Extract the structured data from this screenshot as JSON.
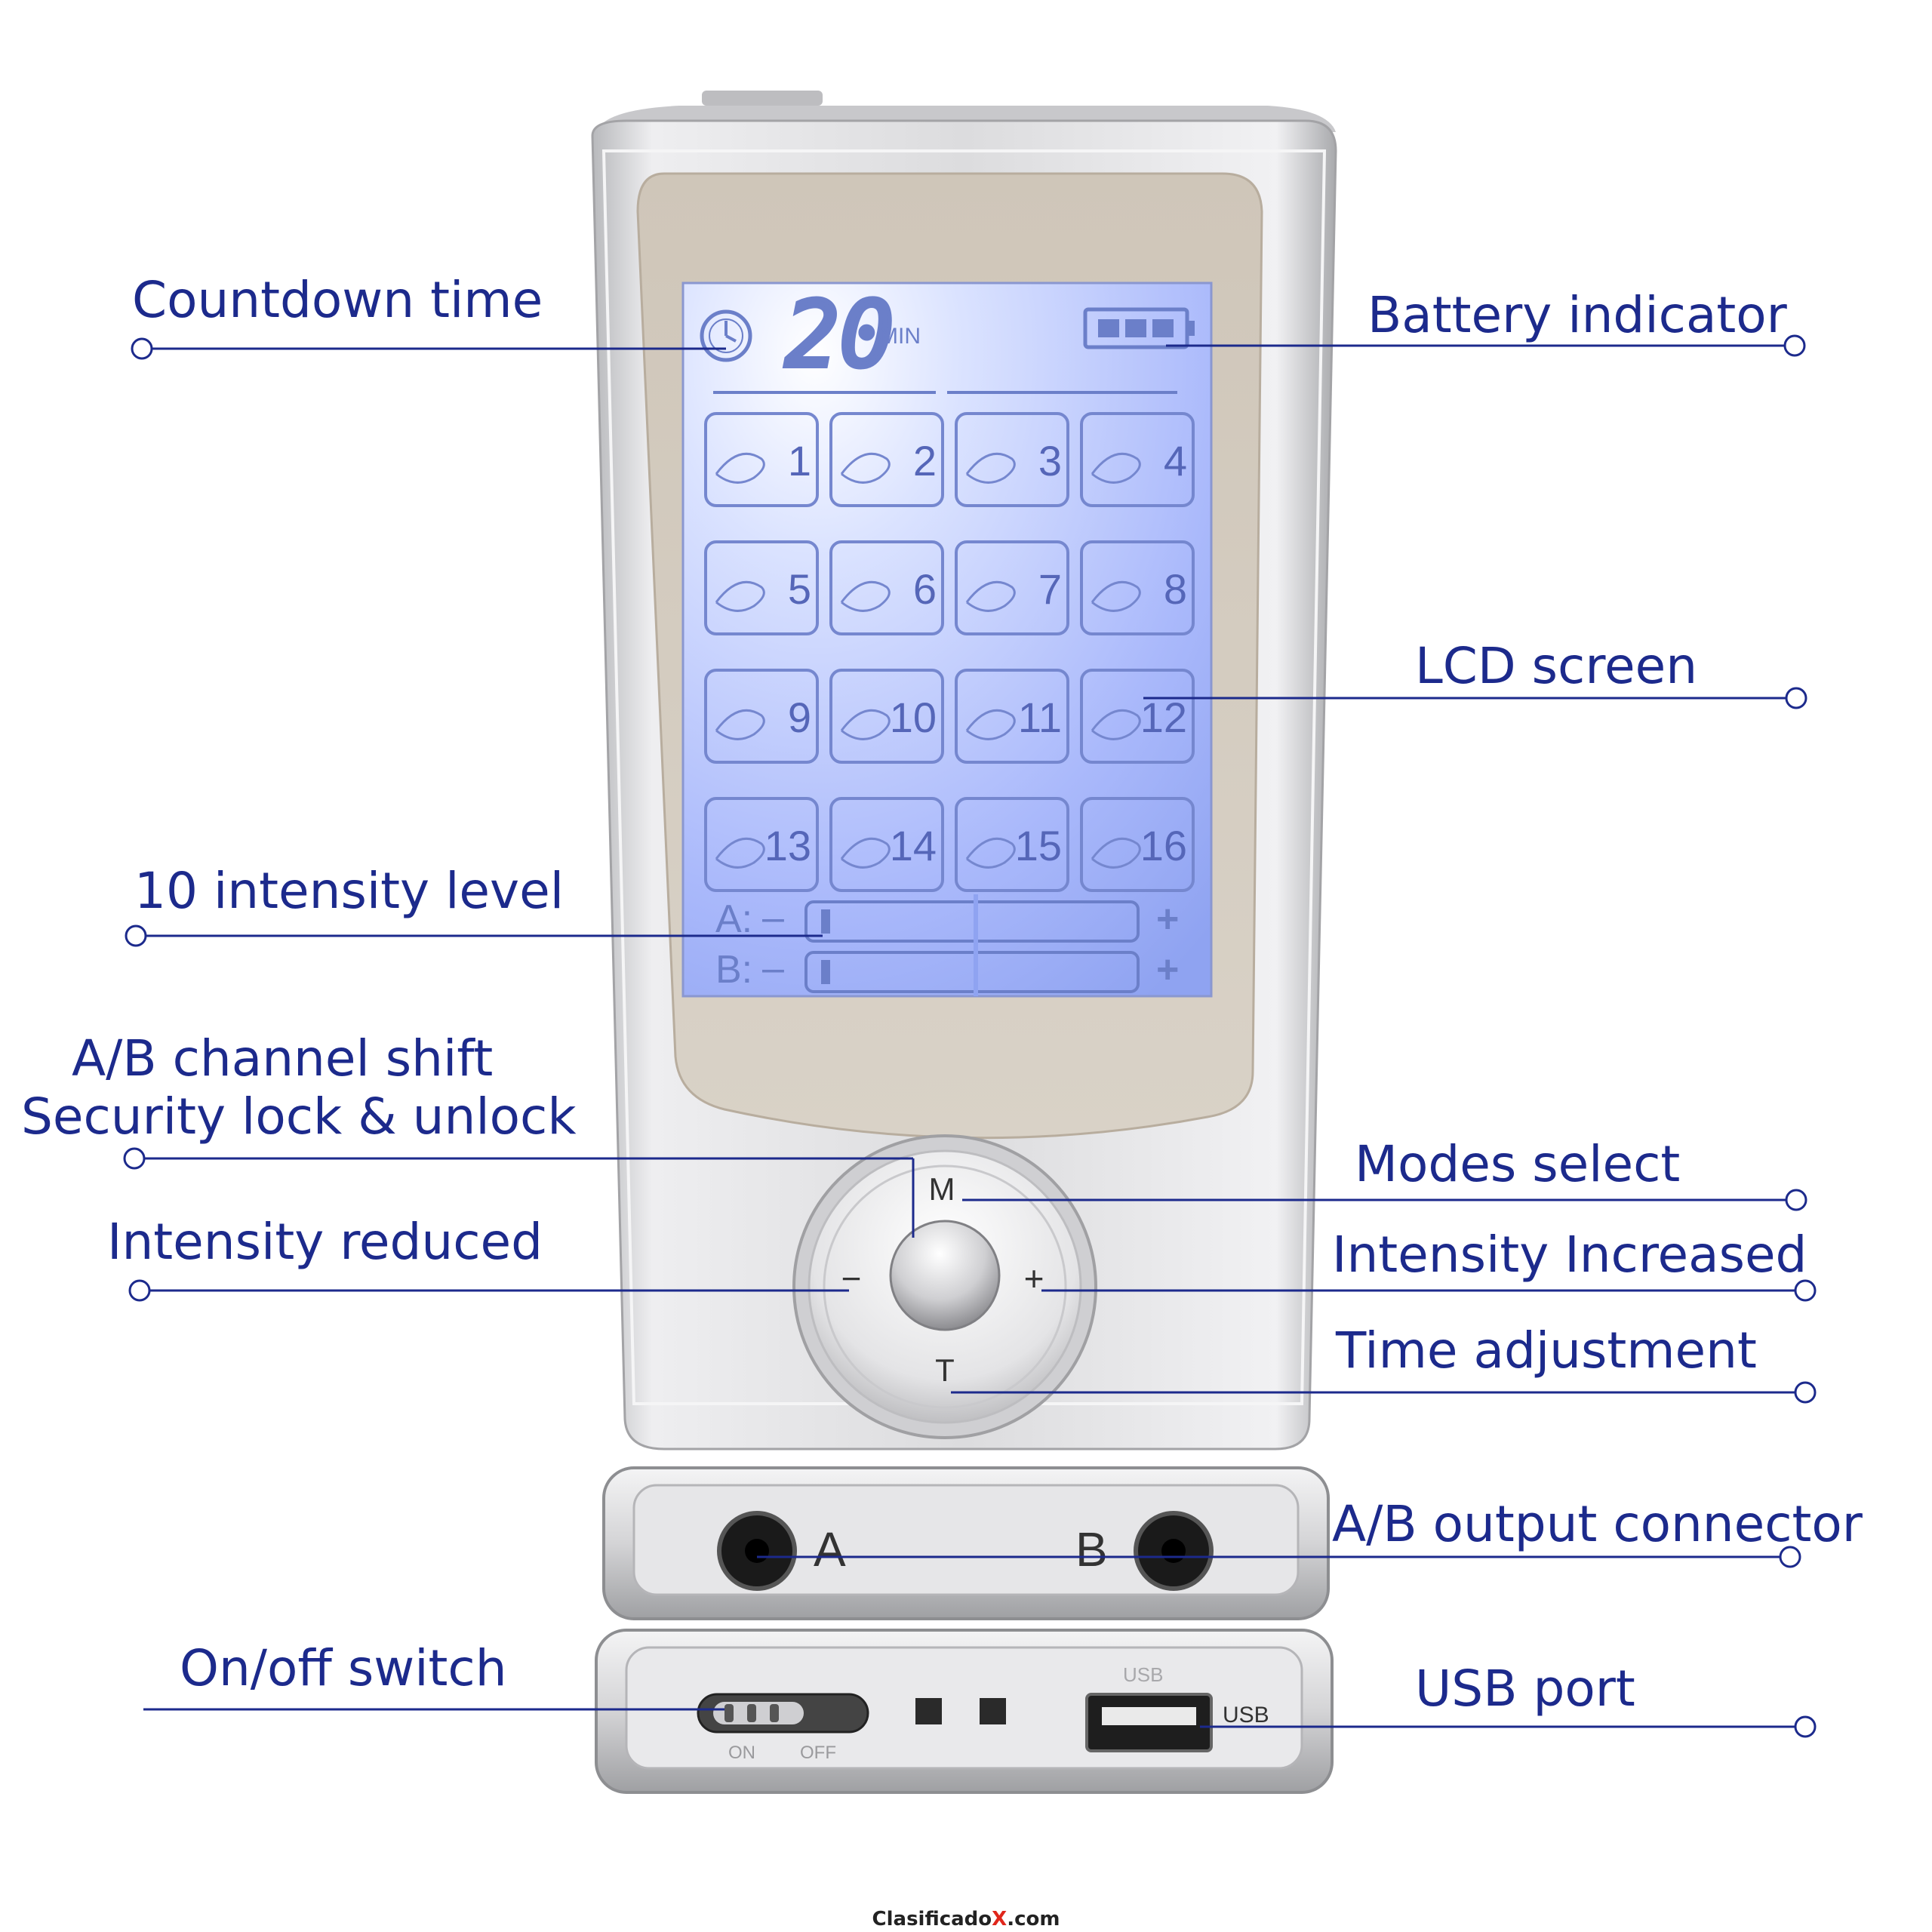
{
  "labels": {
    "countdown_time": "Countdown time",
    "battery_indicator": "Battery indicator",
    "lcd_screen": "LCD screen",
    "intensity_level": "10 intensity level",
    "channel_shift": "A/B channel shift",
    "security_lock": "Security lock & unlock",
    "modes_select": "Modes select",
    "intensity_reduced": "Intensity reduced",
    "intensity_increased": "Intensity Increased",
    "time_adjustment": "Time adjustment",
    "output_connector": "A/B output connector",
    "onoff_switch": "On/off switch",
    "usb_port": "USB port"
  },
  "lcd": {
    "timer_value": "20",
    "timer_unit": "MIN",
    "modes": [
      "1",
      "2",
      "3",
      "4",
      "5",
      "6",
      "7",
      "8",
      "9",
      "10",
      "11",
      "12",
      "13",
      "14",
      "15",
      "16"
    ],
    "channel_a": "A:",
    "channel_b": "B:",
    "minus": "–",
    "plus": "+",
    "level_a": 1,
    "level_b": 1,
    "level_max": 10
  },
  "buttons": {
    "mode": "M",
    "minus": "−",
    "plus": "+",
    "time": "T"
  },
  "ports": {
    "a": "A",
    "b": "B",
    "switch_on": "ON",
    "switch_off": "OFF",
    "usb_top": "USB",
    "usb_side": "USB"
  },
  "watermark": {
    "pre": "Clasificado",
    "x": "X",
    "post": ".com"
  },
  "colors": {
    "callout": "#1c2a8c",
    "lcd_glow": "#c8d4ff",
    "silver": "#d6d6d8"
  }
}
